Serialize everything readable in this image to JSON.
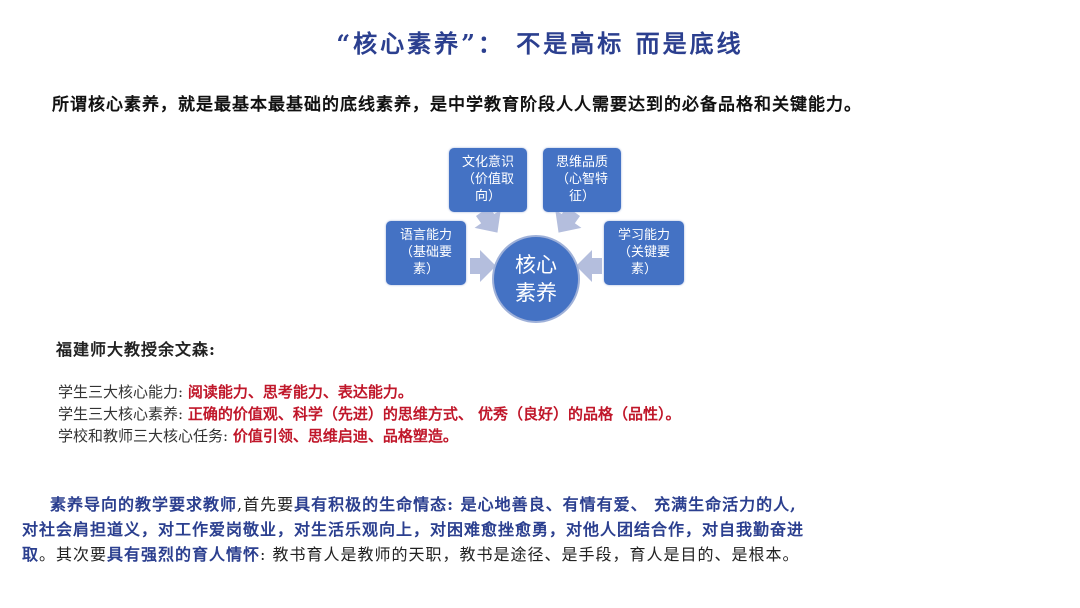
{
  "title": "“核心素养”： 不是高标  而是底线",
  "intro": "所谓核心素养，就是最基本最基础的底线素养，是中学教育阶段人人需要达到的必备品格和关键能力。",
  "diagram": {
    "center": {
      "line1": "核心",
      "line2": "素养"
    },
    "nodes": [
      {
        "id": "culture",
        "label": "文化意识（价值取向）",
        "lines": [
          "文化意识",
          "（价值取",
          "向）"
        ]
      },
      {
        "id": "thinking",
        "label": "思维品质（心智特征）",
        "lines": [
          "思维品质",
          "（心智特",
          "征）"
        ]
      },
      {
        "id": "language",
        "label": "语言能力（基础要素）",
        "lines": [
          "语言能力",
          "（基础要",
          "素）"
        ]
      },
      {
        "id": "learning",
        "label": "学习能力（关键要素）",
        "lines": [
          "学习能力",
          "（关键要",
          "素）"
        ]
      }
    ],
    "colors": {
      "box": "#4472c4",
      "arrow": "#b4bedd"
    }
  },
  "quote": {
    "heading": "福建师大教授余文森:",
    "items": [
      {
        "label": "学生三大核心能力: ",
        "value": "阅读能力、思考能力、表达能力。"
      },
      {
        "label": "学生三大核心素养: ",
        "value": "正确的价值观、科学（先进）的思维方式、 优秀（良好）的品格（品性）。"
      },
      {
        "label": "学校和教师三大核心任务: ",
        "value": "价值引领、思维启迪、品格塑造。"
      }
    ]
  },
  "paragraph": {
    "s1_blue": "素养导向的教学要求教师",
    "s1_black": ",首先要",
    "s2_blue": "具有积极的生命情态: 是心地善良、有情有爱、 充满生命活力的人,",
    "s3_blue": "对社会肩担道义，对工作爱岗敬业，对生活乐观向上，对困难愈挫愈勇，对他人团结合作，对自我勤奋进",
    "s4_blue": "取",
    "s4_black": "。其次要",
    "s5_blue": "具有强烈的育人情怀",
    "s5_black": ": 教书育人是教师的天职，教书是途径、是手段，育人是目的、是根本。"
  },
  "colors": {
    "title": "#2b3f8f",
    "red": "#c0172a",
    "blue": "#2b3f8f"
  }
}
